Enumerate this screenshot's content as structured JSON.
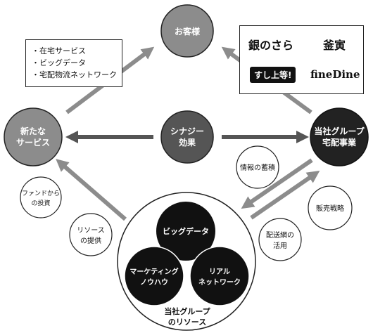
{
  "nodes": {
    "customer": "お客様",
    "new_service": [
      "新たな",
      "サービス"
    ],
    "synergy": [
      "シナジー",
      "効果"
    ],
    "group_delivery": [
      "当社グループ",
      "宅配事業"
    ]
  },
  "benefits": [
    "・在宅サービス",
    "・ビッグデータ",
    "・宅配物流ネットワーク"
  ],
  "brands": [
    "銀のさら",
    "釜寅",
    "すし上等!",
    "fineDine"
  ],
  "labels": {
    "fund_investment": [
      "ファンドから",
      "の投資"
    ],
    "resource_provision": [
      "リソース",
      "の提供"
    ],
    "info_accumulation": "情報の蓄積",
    "sales_strategy": "販売戦略",
    "delivery_network_use": [
      "配送網の",
      "活用"
    ]
  },
  "resources": {
    "big_data": "ビッグデータ",
    "marketing": [
      "マーケティング",
      "ノウハウ"
    ],
    "real_network": [
      "リアル",
      "ネットワーク"
    ],
    "caption": [
      "当社グループ",
      "のリソース"
    ]
  }
}
